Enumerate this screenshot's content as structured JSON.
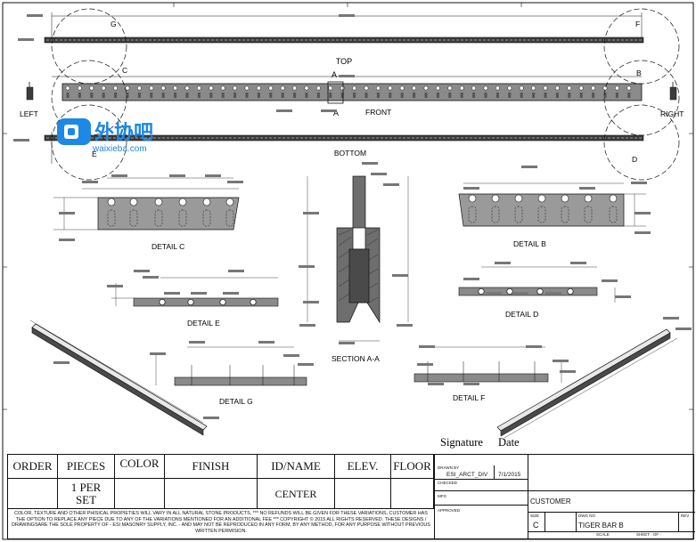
{
  "views": {
    "top": "TOP",
    "front": "FRONT",
    "bottom": "BOTTOM",
    "left": "LEFT",
    "right": "RIGHT",
    "section_label": "SECTION A-A",
    "section_marks": [
      "A",
      "A"
    ],
    "zone_letters": [
      "G",
      "F",
      "C",
      "B",
      "E",
      "D"
    ]
  },
  "details": {
    "c": "DETAIL  C",
    "b": "DETAIL  B",
    "e": "DETAIL  E",
    "d": "DETAIL  D",
    "g": "DETAIL  G",
    "f": "DETAIL  F"
  },
  "watermark": {
    "brand": "外协吧",
    "url": "waixieba.com"
  },
  "signature": {
    "signature_label": "Signature",
    "date_label": "Date"
  },
  "order_table": {
    "headers": [
      "ORDER",
      "PIECES",
      "COLOR",
      "FINISH",
      "ID/NAME",
      "ELEV.",
      "FLOOR"
    ],
    "pieces_value": "1 PER\nSET",
    "id_name_value": "CENTER"
  },
  "title_block": {
    "drawn_by_label": "DRAWN BY",
    "drawn_by_value": "ESI_ARCT_DIV",
    "date_value": "7/1/2015",
    "checked_label": "CHECKED",
    "mfg_label": "MFG",
    "approved_label": "APPROVED",
    "customer_label": "CUSTOMER",
    "size_label": "SIZE",
    "size_value": "C",
    "dwg_no_label": "DWG NO",
    "dwg_no_value": "TIGER BAR B",
    "rev_label": "REV",
    "scale_label": "SCALE",
    "sheet_label": "SHEET - OF -"
  },
  "disclaimer": "COLOR, TEXTURE AND OTHER PHISICAL PROPIETIES WILL VARY IN ALL NATURAL STONE PRODUCTS, *** NO REFUNDS WILL BE GIVEN FOR THESE VARIATIONS, CUSTOMER HAS THE OPTION TO REPLACE ANY PIECE DUE TO ANY OF THE VARIATIONS MENTIONED FOR AN ADDITIONAL FEE *** COPYRIGHT © 2015 ALL RIGHTS RESERVED. THESE DESIGNS / DRAWINGSARE THE SOLE PROPERTY OF - ESI MASONRY SUPPLY, INC. - AND MAY NOT BE REPRODUCED IN ANY FORM, BY ANY METHOD, FOR ANY PURPOSE WITHOUT PREVIOUS WRITTEN PERMISION.",
  "colors": {
    "ink": "#111111",
    "bar_dark": "#3c3c3c",
    "bar_mid": "#8a8a8a",
    "detail_fill": "#9a9a9a",
    "section_fill": "#6e6e6e",
    "watermark": "#1e88e5"
  }
}
